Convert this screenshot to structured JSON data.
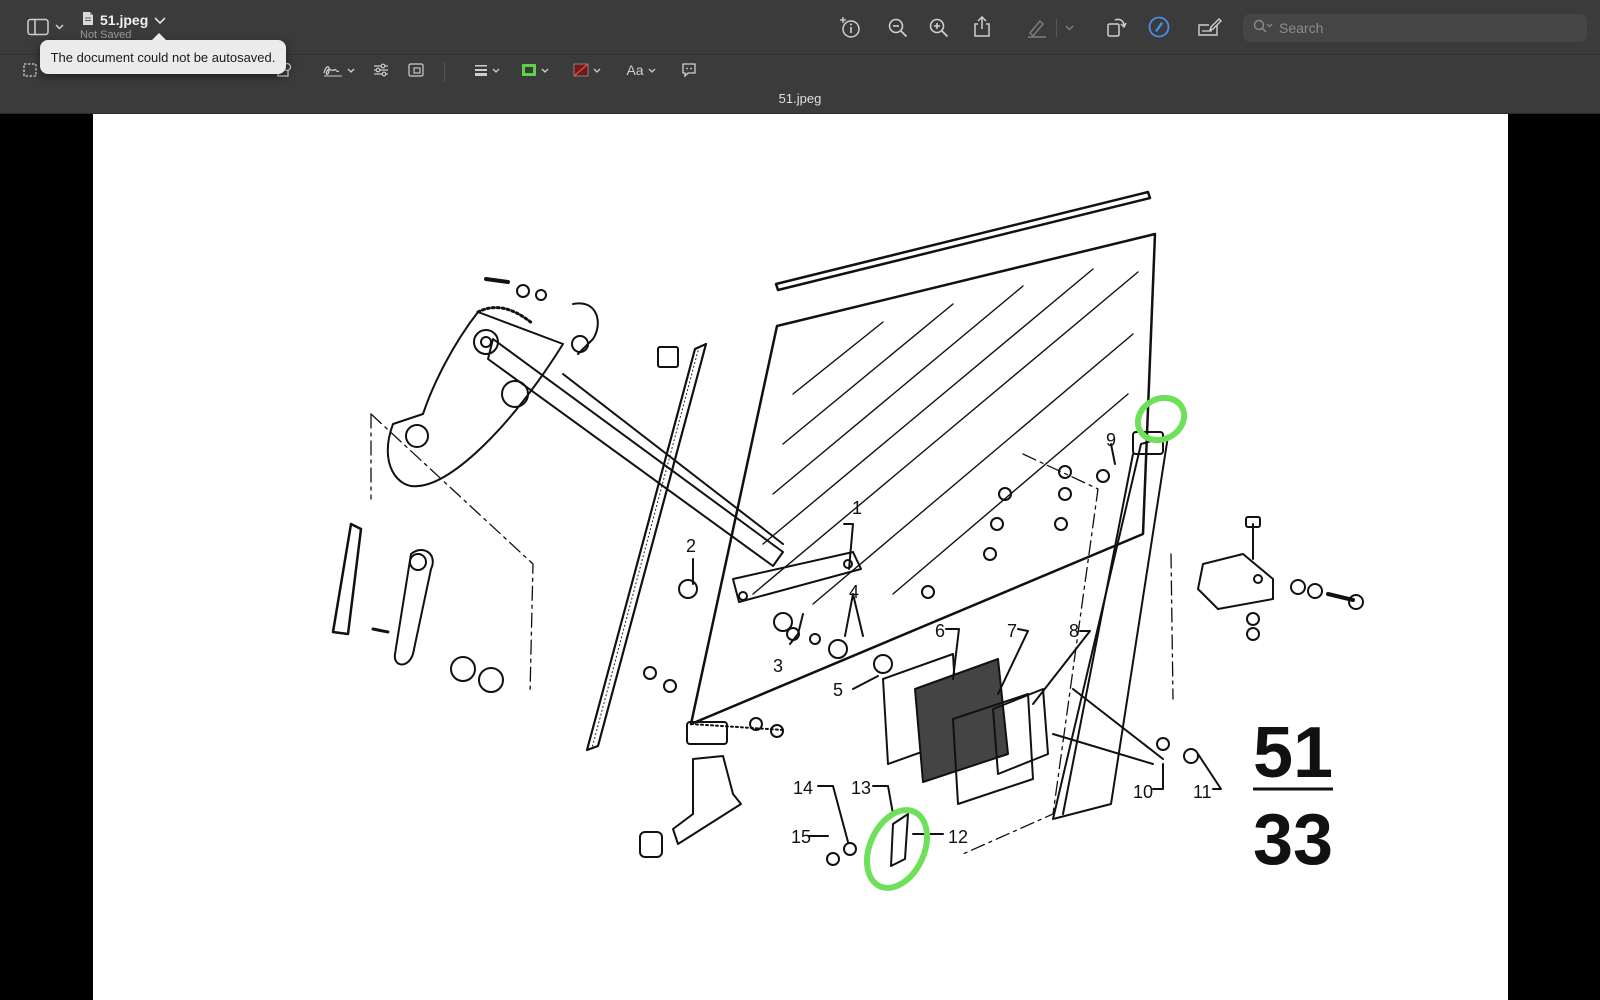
{
  "window": {
    "title": "51.jpeg",
    "document_name": "51.jpeg",
    "document_status": "Not Saved"
  },
  "tooltip": {
    "text": "The document could not be autosaved."
  },
  "search": {
    "placeholder": "Search"
  },
  "toolbar_row1_icons": [
    "sidebar-icon",
    "chevron-down-icon",
    "info-icon",
    "zoom-out-icon",
    "zoom-in-icon",
    "share-icon",
    "highlight-pen-icon",
    "rotate-icon",
    "markup-icon",
    "annotate-icon",
    "search-icon"
  ],
  "toolbar_row2": {
    "text_style_label": "Aa"
  },
  "colors": {
    "toolbar_bg": "#3b3b3b",
    "border_color_swatch": "#5ed04a",
    "fill_color_swatch": "#6e1a1a",
    "highlight_ellipse": "#6ee05a"
  },
  "diagram": {
    "part_labels": [
      "1",
      "2",
      "3",
      "4",
      "5",
      "6",
      "7",
      "8",
      "9",
      "10",
      "11",
      "12",
      "13",
      "14",
      "15"
    ],
    "group_number_top": "51",
    "group_number_bottom": "33"
  }
}
